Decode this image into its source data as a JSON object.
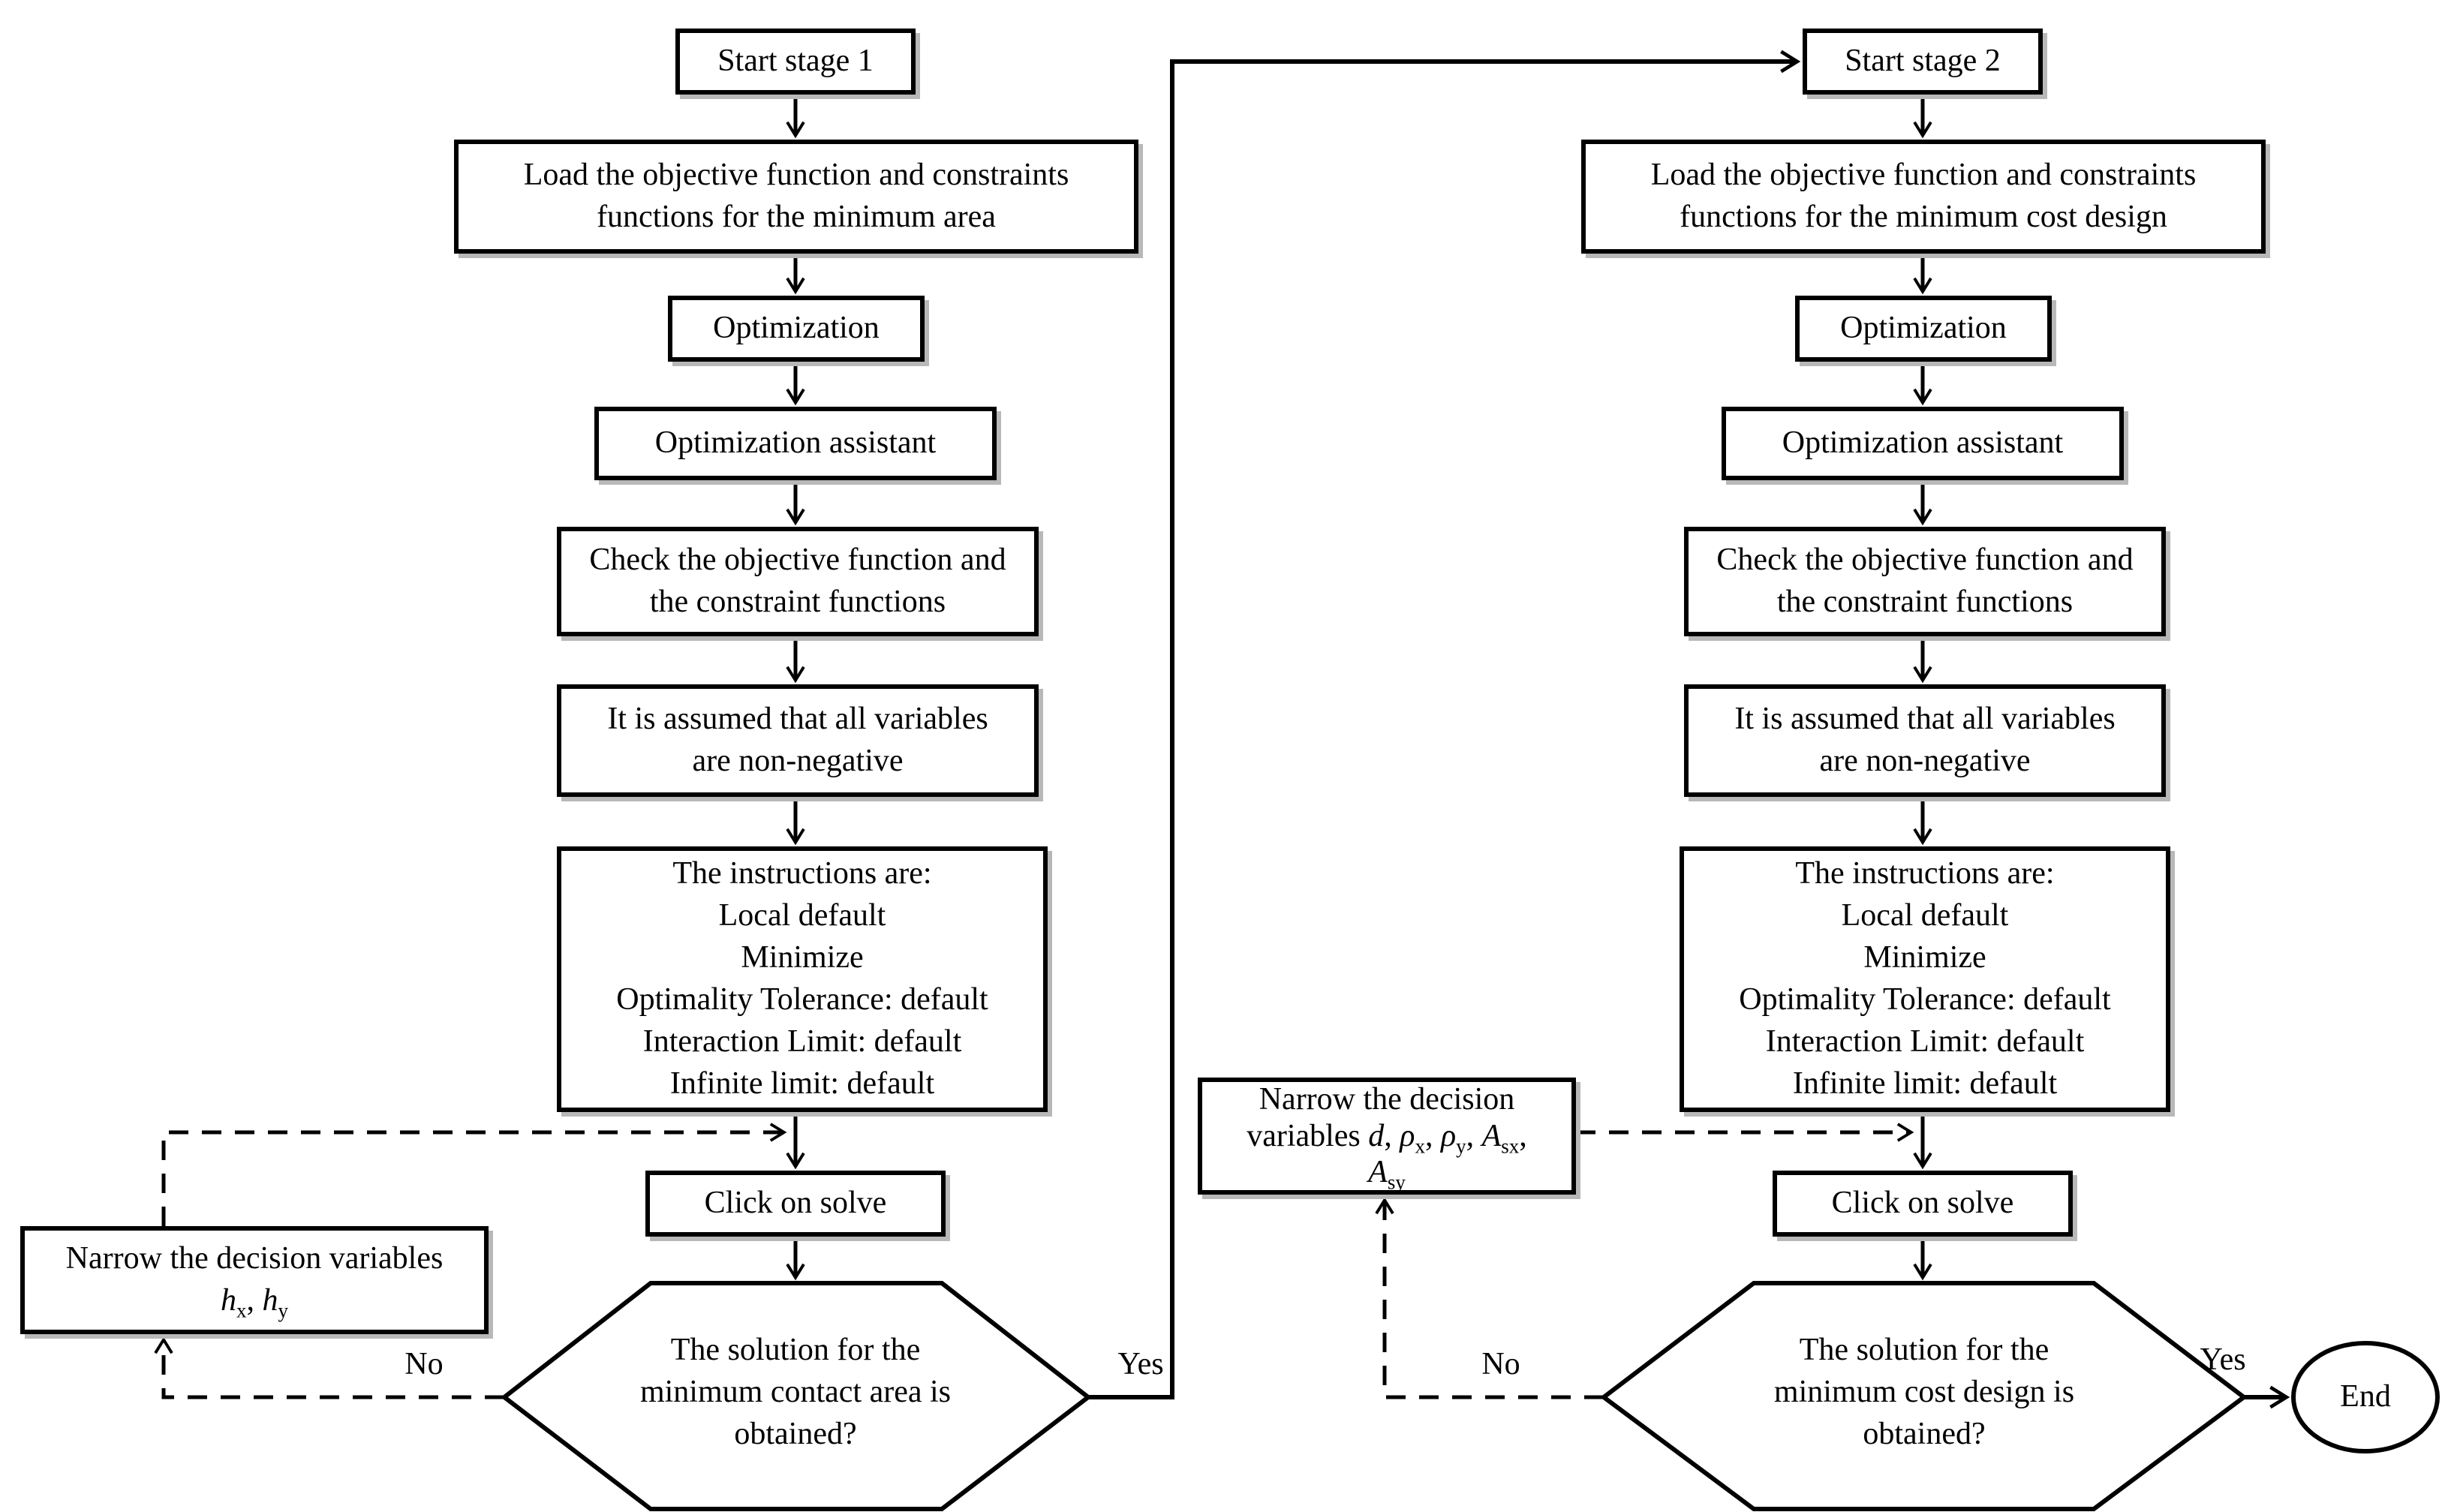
{
  "stage1": {
    "start": "Start stage 1",
    "load": [
      "Load the objective function and constraints",
      "functions for the minimum area"
    ],
    "optimization": "Optimization",
    "assistant": "Optimization assistant",
    "check": [
      "Check the objective function and",
      "the constraint functions"
    ],
    "assume": [
      "It is assumed that all variables",
      "are non-negative"
    ],
    "instructions": [
      "The instructions are:",
      "Local default",
      "Minimize",
      "Optimality Tolerance: default",
      "Interaction Limit: default",
      "Infinite limit: default"
    ],
    "solve": "Click on solve",
    "decision": [
      "The solution for the",
      "minimum contact area is",
      "obtained?"
    ],
    "narrow_intro": "Narrow the decision variables",
    "yes": "Yes",
    "no": "No"
  },
  "stage2": {
    "start": "Start stage 2",
    "load": [
      "Load the objective function and constraints",
      "functions for the minimum cost design"
    ],
    "optimization": "Optimization",
    "assistant": "Optimization assistant",
    "check": [
      "Check the objective function and",
      "the constraint functions"
    ],
    "assume": [
      "It is assumed that all variables",
      "are non-negative"
    ],
    "instructions": [
      "The instructions are:",
      "Local default",
      "Minimize",
      "Optimality Tolerance: default",
      "Interaction Limit: default",
      "Infinite limit: default"
    ],
    "solve": "Click on solve",
    "decision": [
      "The solution for the",
      "minimum cost design is",
      "obtained?"
    ],
    "narrow_intro": "Narrow the decision",
    "narrow_variables_word": "variables ",
    "end": "End",
    "yes": "Yes",
    "no": "No"
  },
  "symbols": {
    "h": "h",
    "sub_x": "x",
    "sub_y": "y",
    "sep": ", ",
    "d": "d",
    "rho": "ρ",
    "A": "A",
    "sub_sx": "sx",
    "sub_sy": "sy",
    "comma": ","
  },
  "colors": {
    "line": "#000000",
    "background": "#ffffff",
    "shadow": "#b8b8b8"
  }
}
